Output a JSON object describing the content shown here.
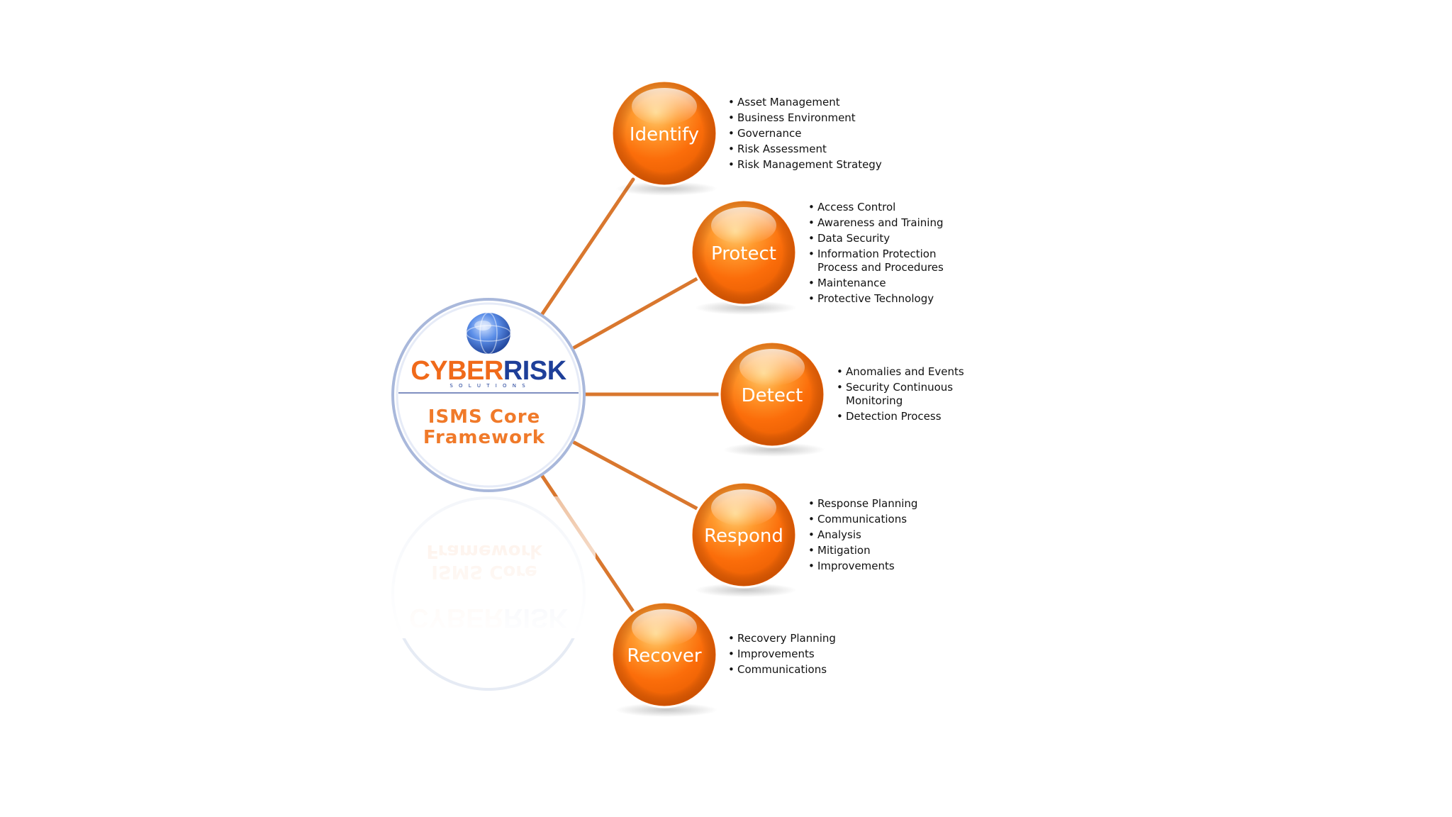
{
  "logo": {
    "brand_left": "CYBER",
    "brand_right": "RISK",
    "tagline_top": "S O L U T I O N S",
    "title_line1": "ISMS Core",
    "title_line2": "Framework"
  },
  "nodes": [
    {
      "id": "identify",
      "label": "Identify",
      "items": [
        "Asset Management",
        "Business Environment",
        "Governance",
        "Risk Assessment",
        "Risk Management Strategy"
      ]
    },
    {
      "id": "protect",
      "label": "Protect",
      "items": [
        "Access Control",
        "Awareness and Training",
        "Data Security",
        "Information Protection\nProcess and Procedures",
        "Maintenance",
        "Protective Technology"
      ]
    },
    {
      "id": "detect",
      "label": "Detect",
      "items": [
        "Anomalies and Events",
        "Security Continuous\nMonitoring",
        "Detection Process"
      ]
    },
    {
      "id": "respond",
      "label": "Respond",
      "items": [
        "Response Planning",
        "Communications",
        "Analysis",
        "Mitigation",
        "Improvements"
      ]
    },
    {
      "id": "recover",
      "label": "Recover",
      "items": [
        "Recovery Planning",
        "Improvements",
        "Communications"
      ]
    }
  ],
  "colors": {
    "node_fill": "#fb6d0a",
    "node_highlight": "#ffcf6e",
    "connector": "#d9772e",
    "logo_blue": "#1e3f99",
    "logo_orange": "#f06a1a",
    "logo_ring": "#9fb0d6"
  }
}
